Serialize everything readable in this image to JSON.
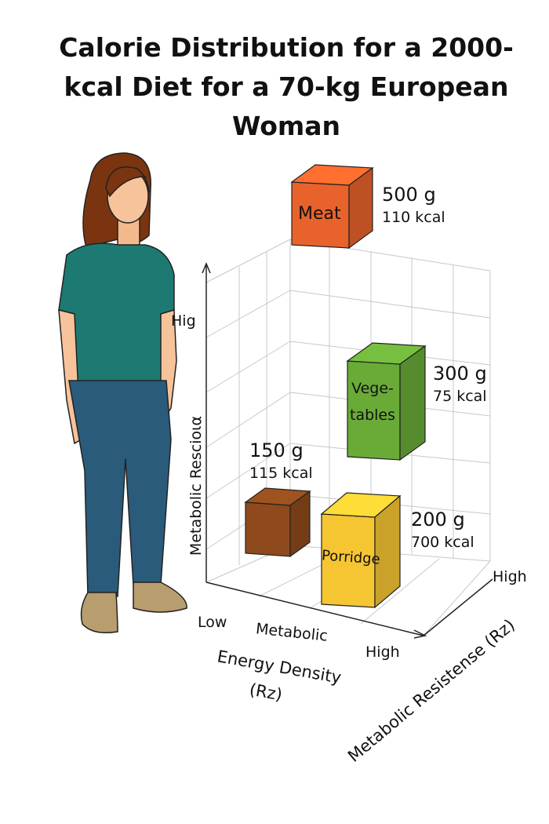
{
  "title_lines": [
    "Calorie Distribution for a 2000-",
    "kcal Diet for a 70-kg European",
    "Woman"
  ],
  "chart_data": {
    "type": "3d-bar",
    "title": "Calorie Distribution for a 2000-kcal Diet for a 70-kg European Woman",
    "xlabel": "Energy Density (Rz)",
    "xlabel_line1": "Energy Density",
    "xlabel_line2": "(Rz)",
    "ylabel": "Metabolic Rescioια",
    "zlabel": "Metabolic Resistense (Rz)",
    "x_ticks": [
      "Low",
      "Metabolic",
      "High"
    ],
    "y_ticks": [
      "Hig"
    ],
    "z_ticks": [
      "High"
    ],
    "items": [
      {
        "name": "Meat",
        "weight": "500 g",
        "kcal": "110 kcal",
        "color": "#e8632b"
      },
      {
        "name": "Vege-\ntables",
        "name_line1": "Vege-",
        "name_line2": "tables",
        "weight": "300 g",
        "kcal": "75 kcal",
        "color": "#6aab38"
      },
      {
        "name": "",
        "weight": "150 g",
        "kcal": "115 kcal",
        "color": "#8e4a1c"
      },
      {
        "name": "Porridge",
        "weight": "200 g",
        "kcal": "700 kcal",
        "color": "#f6c532"
      }
    ]
  }
}
